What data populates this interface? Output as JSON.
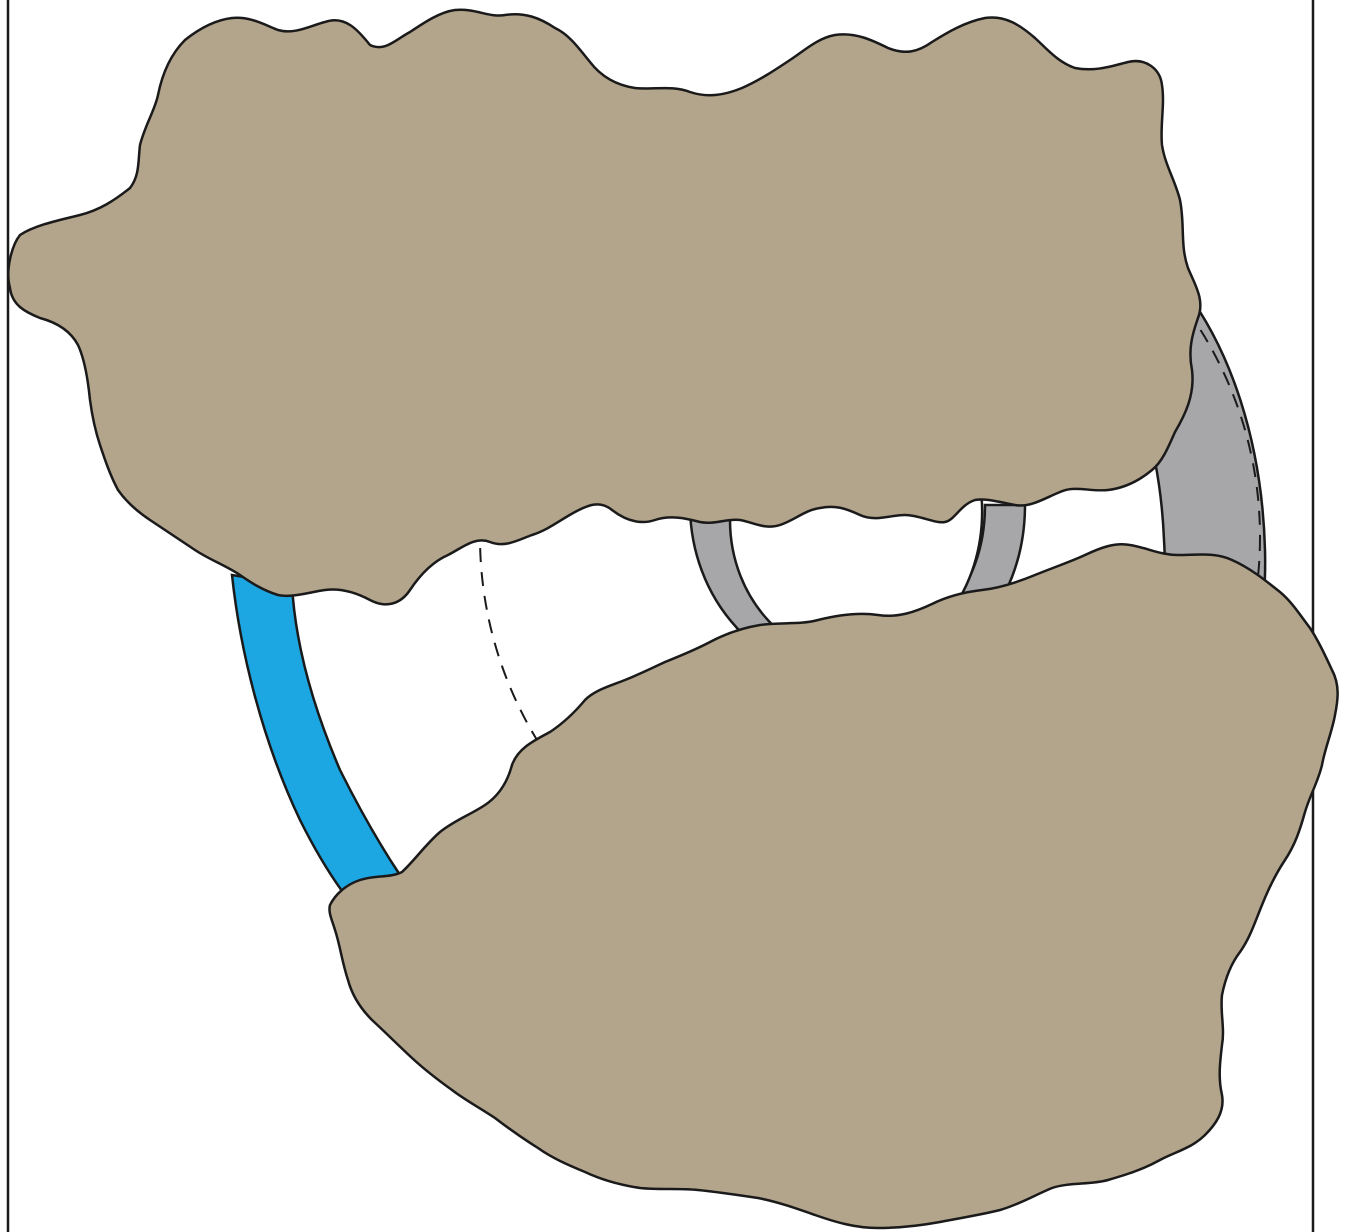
{
  "diagram": {
    "colors": {
      "background": "#ffffff",
      "outline": "#1a1a1a",
      "rock": "#b3a48c",
      "blue_band": "#1ca6e2",
      "gray_ring": "#a7a7aa"
    },
    "elements": [
      "frame",
      "gray-outer-arc",
      "gray-inner-ring",
      "blue-arc",
      "dashed-circle",
      "upper-rock-mass",
      "lower-rock-mass"
    ]
  }
}
